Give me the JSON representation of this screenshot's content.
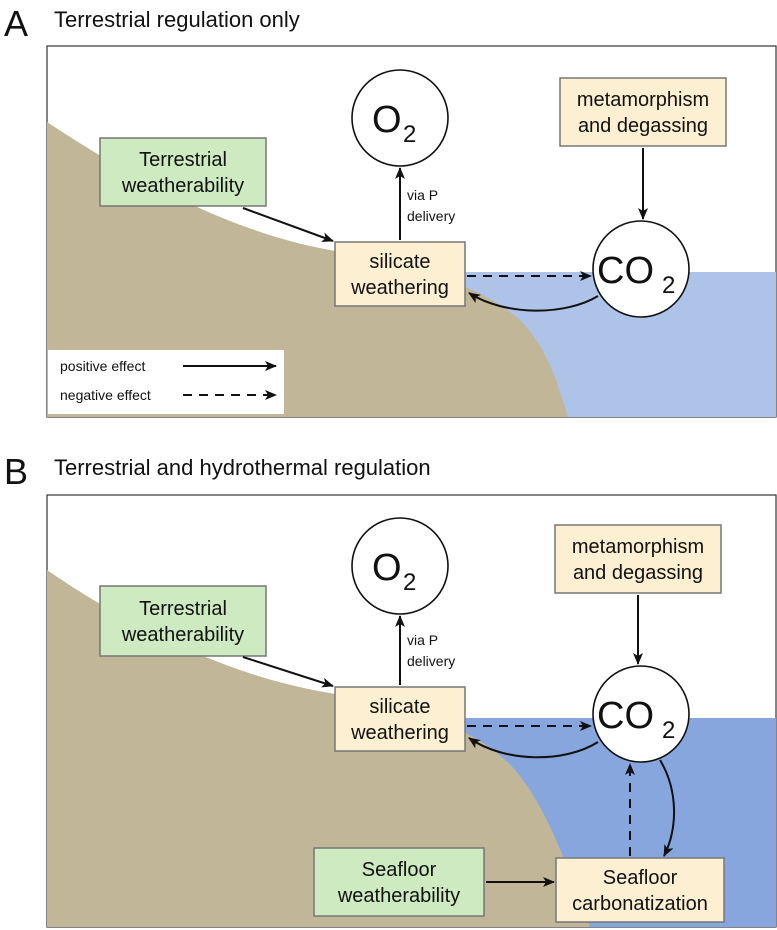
{
  "colors": {
    "land": "#c2b699",
    "ocean_a": "#aec3e8",
    "ocean_b": "#88a6de",
    "green_box": "#cdeac0",
    "cream_box": "#fdf0d2"
  },
  "panel_a": {
    "letter": "A",
    "title": "Terrestrial regulation only",
    "o2_main": "O",
    "o2_sub": "2",
    "co2_main": "CO",
    "co2_sub": "2",
    "box_terrestrial": [
      "Terrestrial",
      "weatherability"
    ],
    "box_silicate": [
      "silicate",
      "weathering"
    ],
    "box_metamorphism": [
      "metamorphism",
      "and degassing"
    ],
    "via_p": [
      "via P",
      "delivery"
    ],
    "legend_positive": "positive effect",
    "legend_negative": "negative effect"
  },
  "panel_b": {
    "letter": "B",
    "title": "Terrestrial and hydrothermal regulation",
    "o2_main": "O",
    "o2_sub": "2",
    "co2_main": "CO",
    "co2_sub": "2",
    "box_terrestrial": [
      "Terrestrial",
      "weatherability"
    ],
    "box_silicate": [
      "silicate",
      "weathering"
    ],
    "box_metamorphism": [
      "metamorphism",
      "and degassing"
    ],
    "via_p": [
      "via P",
      "delivery"
    ],
    "box_seafloor_weatherability": [
      "Seafloor",
      "weatherability"
    ],
    "box_seafloor_carbonatization": [
      "Seafloor",
      "carbonatization"
    ]
  }
}
